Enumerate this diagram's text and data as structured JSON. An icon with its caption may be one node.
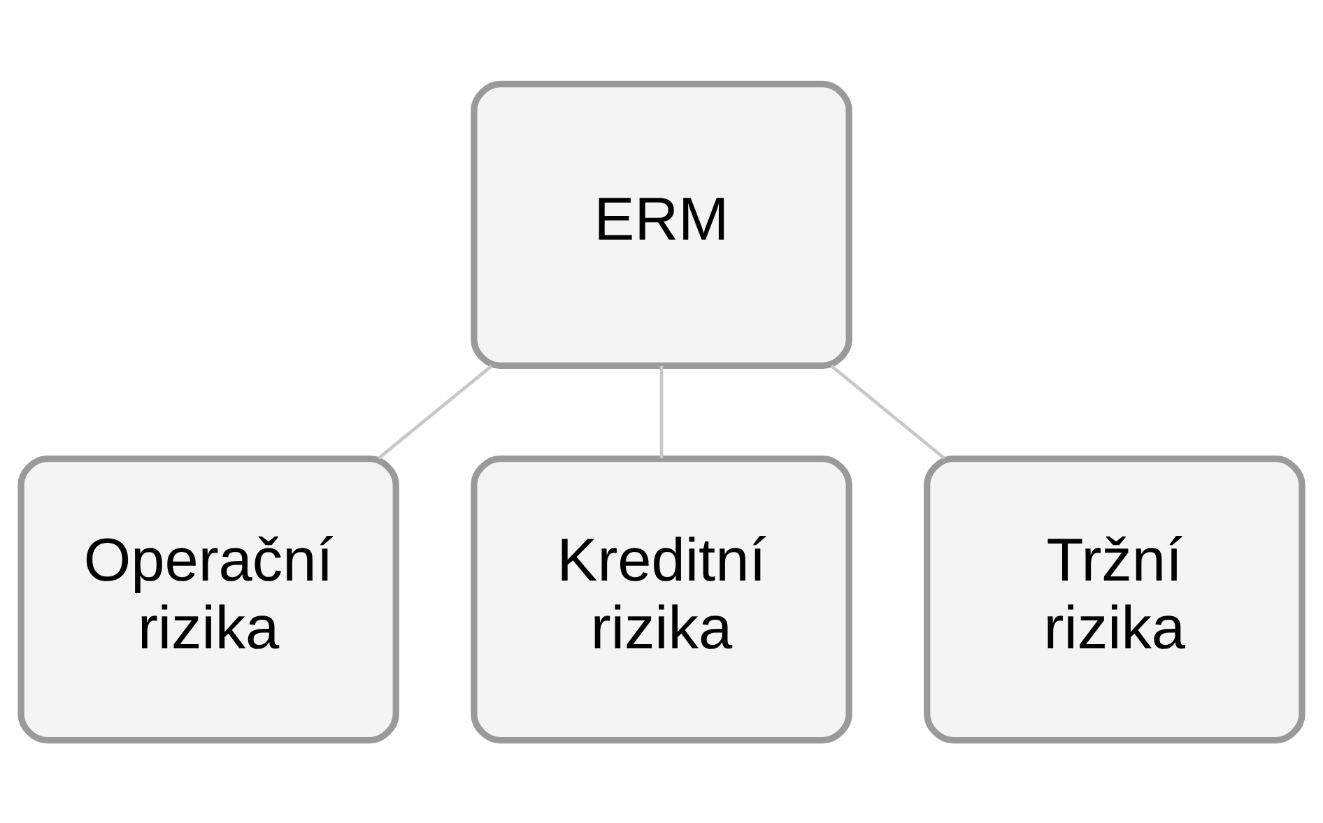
{
  "diagram": {
    "nodes": [
      {
        "text": [
          "ERM"
        ]
      },
      {
        "text": [
          "Operační rizika"
        ]
      },
      {
        "text": [
          "Kreditní rizika"
        ]
      },
      {
        "text": [
          "Tržní rizika"
        ]
      }
    ],
    "edges": [
      {
        "from": 0,
        "to": 1,
        "arrow": "none"
      },
      {
        "from": 0,
        "to": 2,
        "arrow": "none"
      },
      {
        "from": 0,
        "to": 3,
        "arrow": "none"
      }
    ]
  }
}
